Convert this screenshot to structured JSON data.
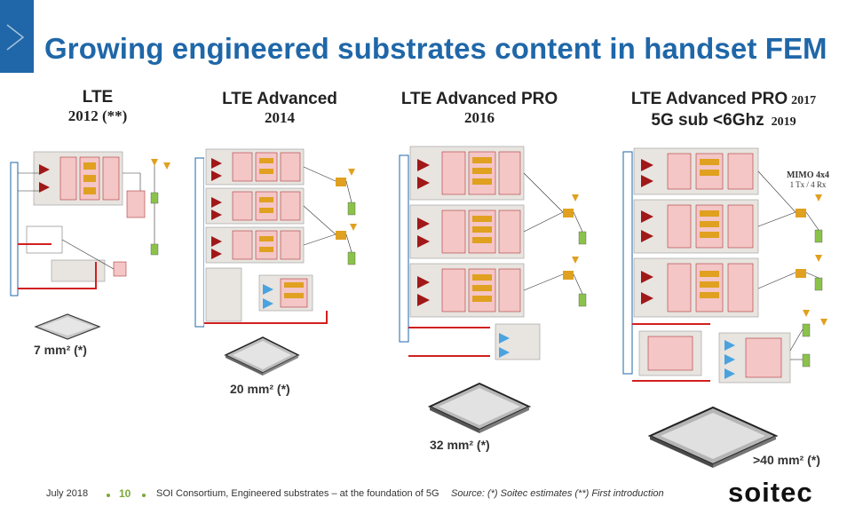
{
  "slide": {
    "title": "Growing engineered substrates content in handset FEM"
  },
  "columns": [
    {
      "heading": "LTE",
      "year": "2012 (**)",
      "chip_area": "7 mm² (*)"
    },
    {
      "heading": "LTE Advanced",
      "year": "2014",
      "chip_area": "20 mm² (*)"
    },
    {
      "heading": "LTE Advanced PRO",
      "year": "2016",
      "chip_area": "32 mm² (*)"
    },
    {
      "heading": "LTE Advanced PRO",
      "year_a": "2017",
      "subheading": "5G sub <6Ghz",
      "year_b": "2019",
      "chip_area": ">40 mm² (*)",
      "mimo": "MIMO 4x4",
      "mimo_sub": "1 Tx / 4 Rx"
    }
  ],
  "footer": {
    "date": "July 2018",
    "page": "10",
    "text": "SOI Consortium, Engineered substrates – at the foundation of 5G",
    "source": "Source: (*) Soitec estimates   (**) First introduction",
    "logo": "soitec"
  },
  "colors": {
    "brand_blue": "#1f67a8",
    "accent_green": "#7aa83a",
    "diagram_red": "#d22020",
    "pa_red": "#a01818",
    "switch_pink": "#f4c6c6",
    "filter_orange": "#e0a020",
    "band_gray": "#e8e4e0"
  }
}
